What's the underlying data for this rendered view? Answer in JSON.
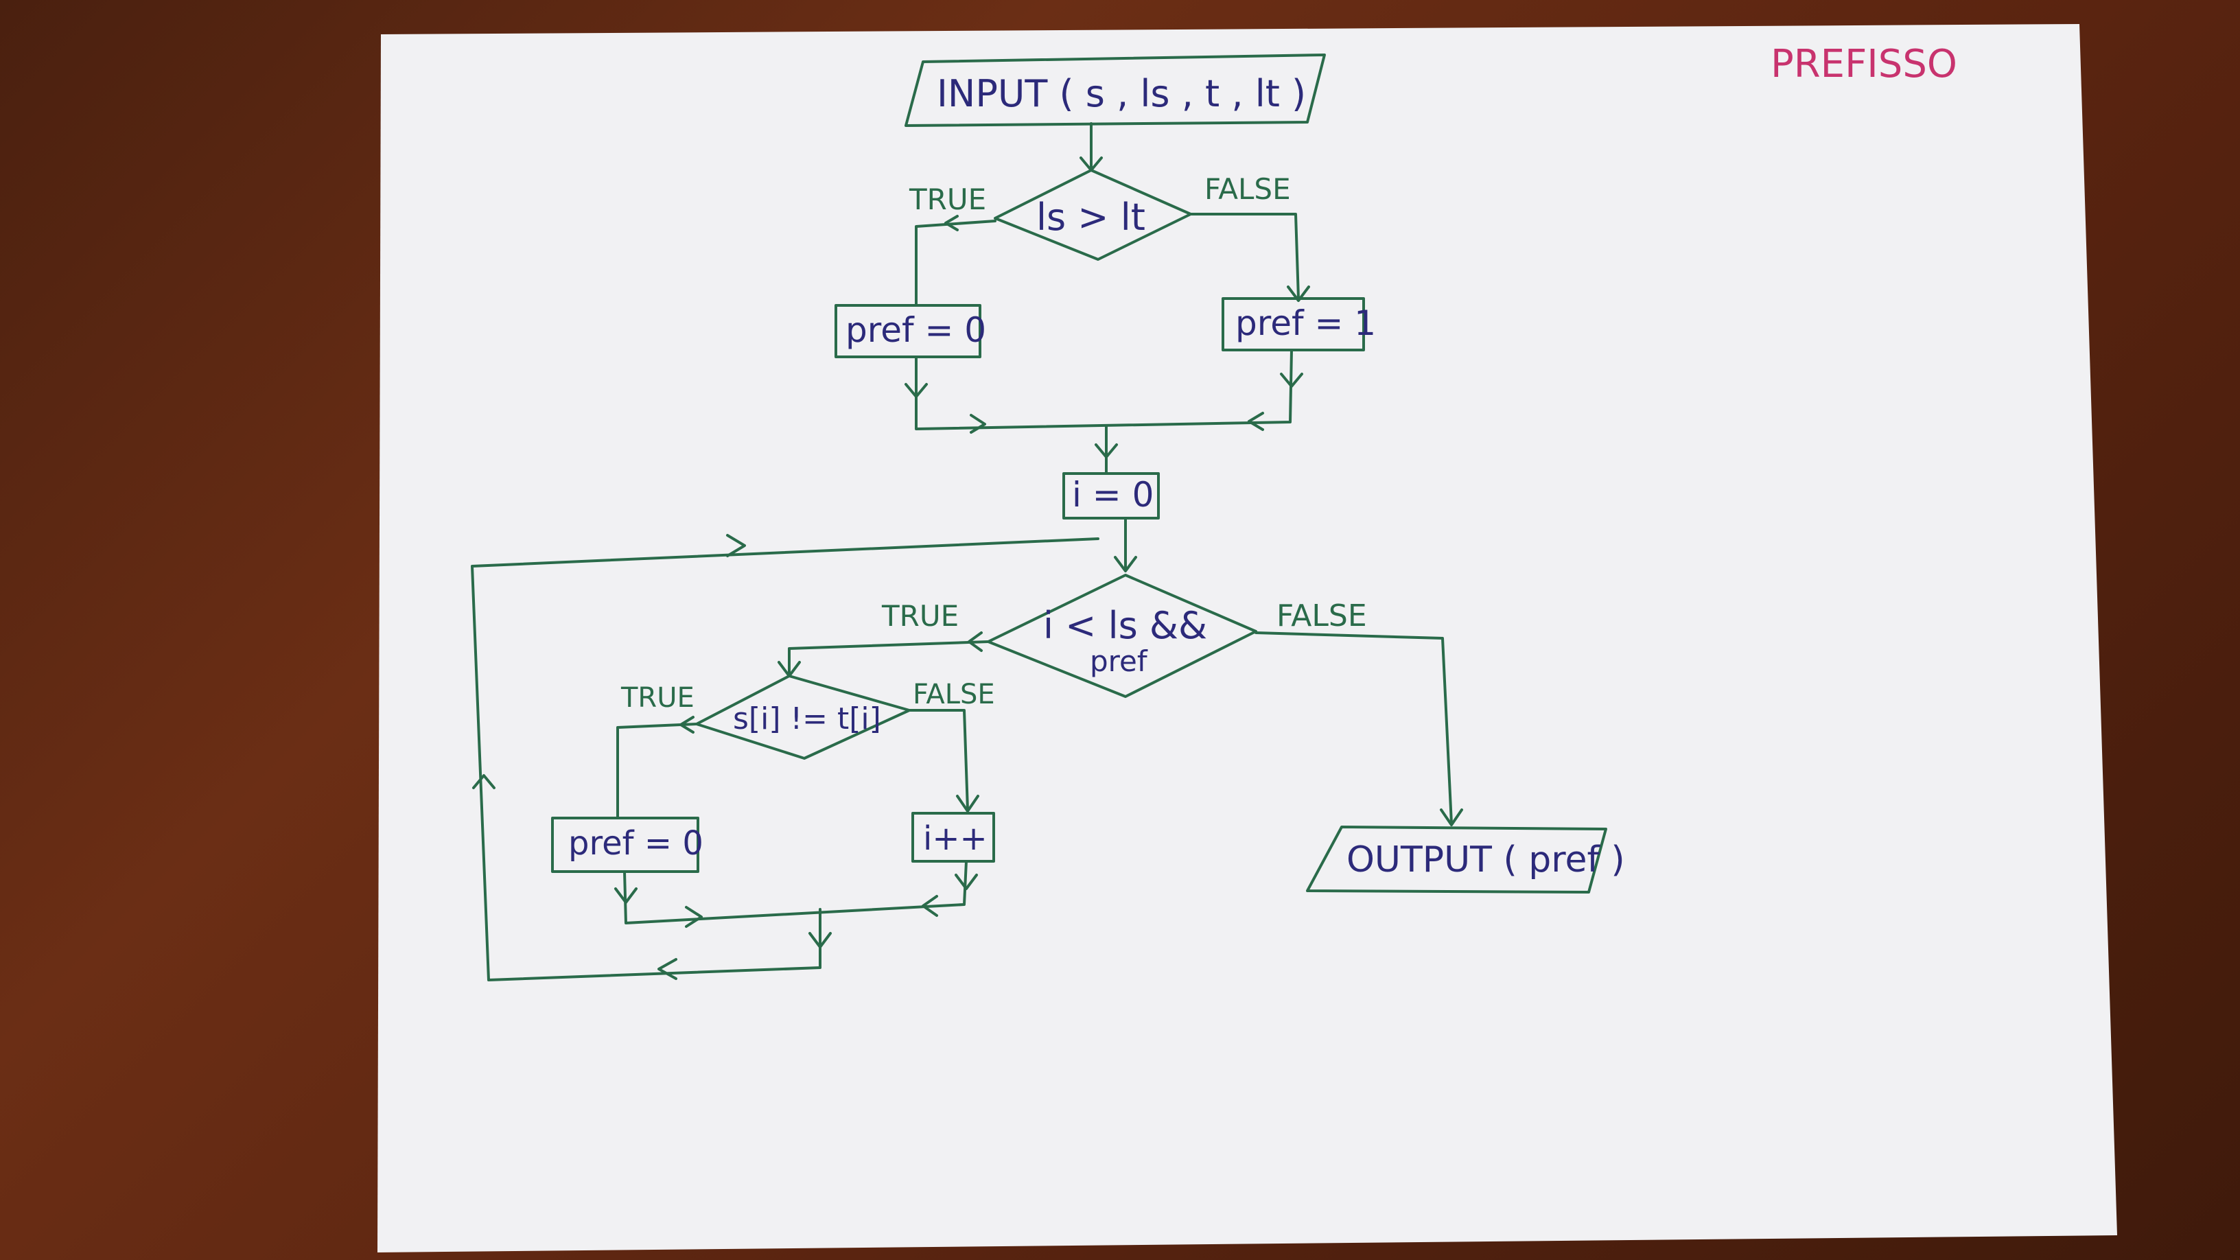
{
  "title": "PREFISSO",
  "colors": {
    "ink_blue": "#2c2a7a",
    "pen_green": "#2a6b4a",
    "title_red": "#c8336e",
    "paper": "#f1f1f3"
  },
  "nodes": {
    "input": "INPUT ( s , ls , t , lt )",
    "cond1": "ls > lt",
    "pref0_a": "pref = 0",
    "pref1": "pref = 1",
    "i0": "i = 0",
    "cond2_line1": "i < ls &&",
    "cond2_line2": "pref",
    "cond3": "s[i] != t[i]",
    "pref0_b": "pref = 0",
    "inc": "i++",
    "output": "OUTPUT ( pref )"
  },
  "branch_labels": {
    "c1_true": "TRUE",
    "c1_false": "FALSE",
    "c2_true": "TRUE",
    "c2_false": "FALSE",
    "c3_true": "TRUE",
    "c3_false": "FALSE"
  }
}
